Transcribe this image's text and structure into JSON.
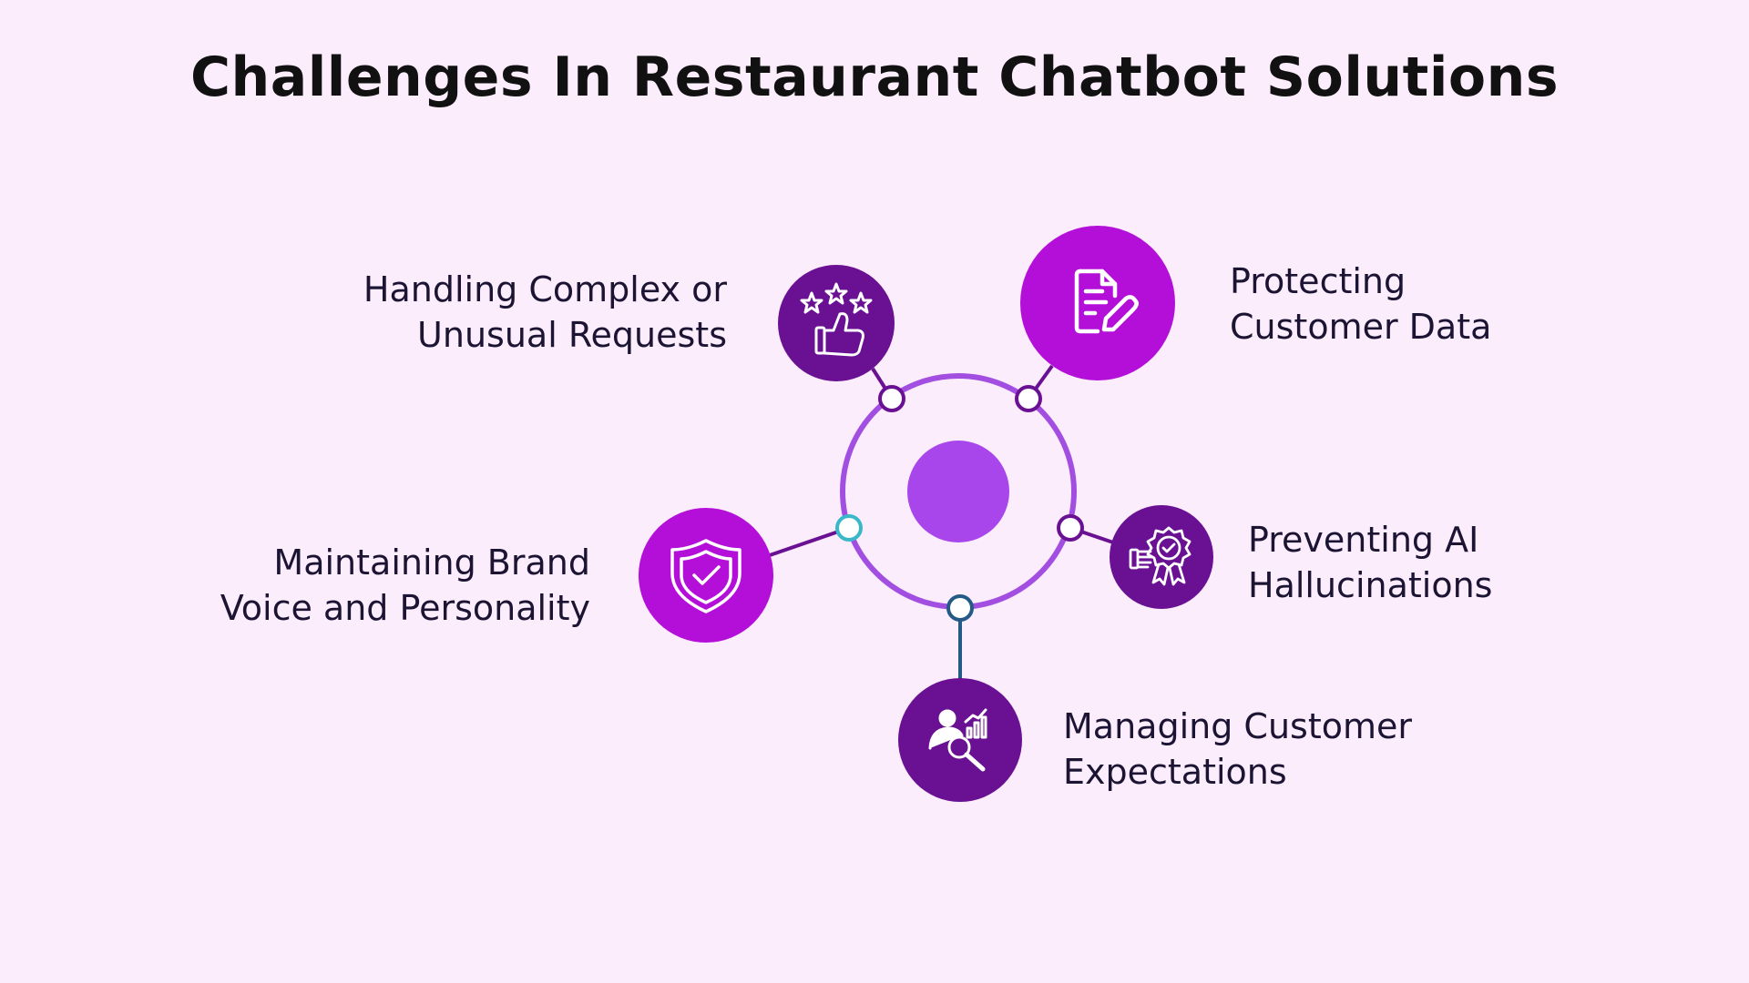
{
  "title": "Challenges In Restaurant Chatbot Solutions",
  "colors": {
    "background": "#fcedfd",
    "ring": "#a24ee0",
    "core": "#a846ec",
    "dark_purple": "#6a1193",
    "magenta": "#b40fd8",
    "teal_node": "#3ab8c9",
    "blue_line": "#245b86"
  },
  "items": [
    {
      "id": "handling",
      "icon": "thumbs-up-stars-icon",
      "lines": [
        "Handling Complex or",
        "Unusual Requests"
      ]
    },
    {
      "id": "protecting",
      "icon": "document-pen-icon",
      "lines": [
        "Protecting",
        "Customer Data"
      ]
    },
    {
      "id": "maintaining",
      "icon": "shield-check-icon",
      "lines": [
        "Maintaining Brand",
        "Voice and Personality"
      ]
    },
    {
      "id": "preventing",
      "icon": "hand-badge-icon",
      "lines": [
        "Preventing AI",
        "Hallucinations"
      ]
    },
    {
      "id": "managing",
      "icon": "person-chart-search-icon",
      "lines": [
        "Managing Customer",
        "Expectations"
      ]
    }
  ]
}
